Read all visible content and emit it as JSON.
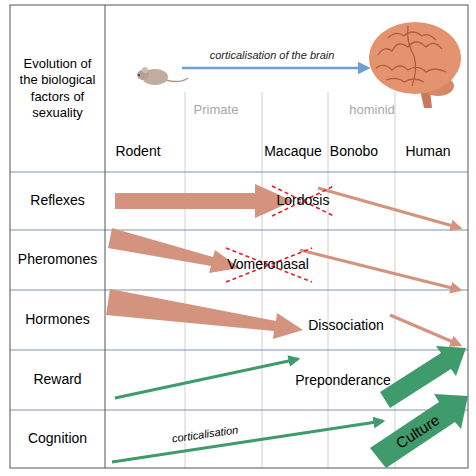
{
  "diagram": {
    "nodes": [
      {
        "text": [
          "Evolution of the biological factors of sexuality"
        ]
      },
      {
        "text": [
          "Reflexes"
        ]
      },
      {
        "text": [
          "Pheromones"
        ]
      },
      {
        "text": [
          "Hormones"
        ]
      },
      {
        "text": [
          "Reward"
        ]
      },
      {
        "text": [
          "Cognition"
        ]
      }
    ],
    "labels": [
      "corticalisation of the brain",
      "Primate",
      "hominid",
      "Rodent",
      "Macaque",
      "Bonobo",
      "Human",
      "Lordosis",
      "Vomeronasal",
      "Dissociation",
      "Preponderance",
      "corticalisation",
      "Culture"
    ]
  }
}
